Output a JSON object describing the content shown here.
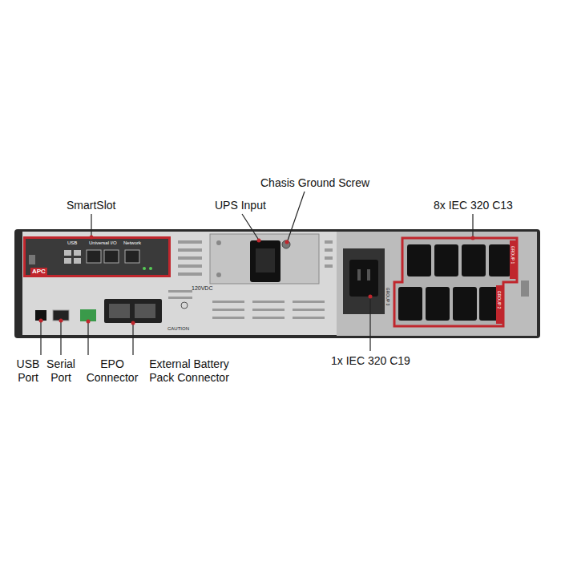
{
  "diagram": {
    "labels": [
      "SmartSlot",
      "UPS Input",
      "Chasis Ground Screw",
      "8x IEC 320 C13",
      "USB Port",
      "Serial Port",
      "EPO Connector",
      "External Battery Pack Connector",
      "1x IEC 320 C19",
      "APC",
      "USB",
      "Universal I/O",
      "Network",
      "120VDC",
      "GROUP 1",
      "GROUP 2",
      "GROUP 3",
      "CAUTION"
    ]
  }
}
